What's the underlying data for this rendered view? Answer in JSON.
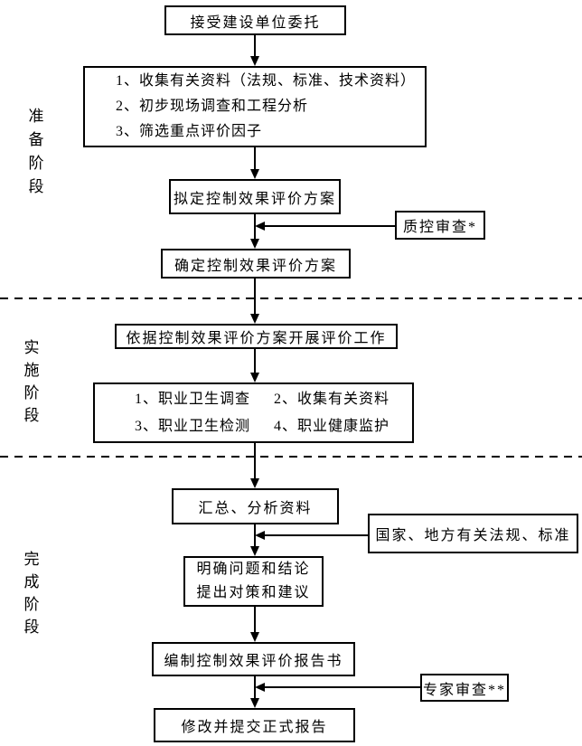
{
  "colors": {
    "line": "#000000",
    "background": "#ffffff",
    "text": "#000000"
  },
  "phases": [
    {
      "id": "preparation",
      "label": "准备阶段"
    },
    {
      "id": "implementation",
      "label": "实施阶段"
    },
    {
      "id": "completion",
      "label": "完成阶段"
    }
  ],
  "nodes": {
    "accept": "接受建设单位委托",
    "prep_lines": [
      "1、收集有关资料（法规、标准、技术资料）",
      "2、初步现场调查和工程分析",
      "3、筛选重点评价因子"
    ],
    "draft": "拟定控制效果评价方案",
    "qc_review": "质控审查*",
    "confirm": "确定控制效果评价方案",
    "carry_out": "依据控制效果评价方案开展评价工作",
    "impl_items": [
      "1、职业卫生调查",
      "2、收集有关资料",
      "3、职业卫生检测",
      "4、职业健康监护"
    ],
    "summarize": "汇总、分析资料",
    "laws": "国家、地方有关法规、标准",
    "problems_lines": [
      "明确问题和结论",
      "提出对策和建议"
    ],
    "report": "编制控制效果评价报告书",
    "expert_review": "专家审查**",
    "final": "修改并提交正式报告"
  }
}
